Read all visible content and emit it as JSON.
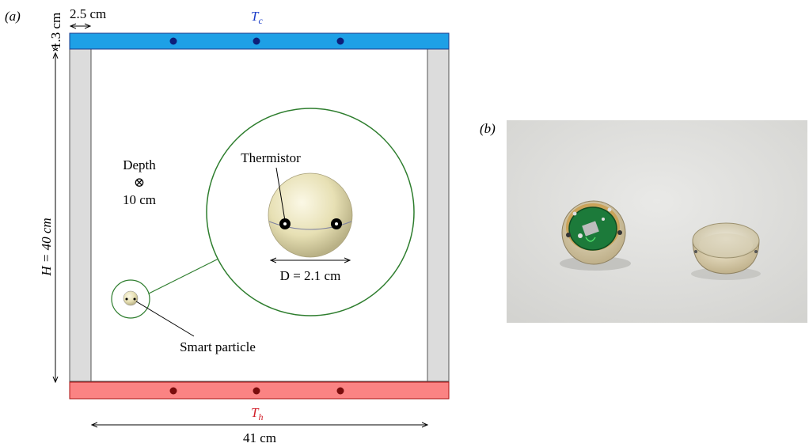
{
  "panel_a": {
    "label": "(a)",
    "cold_plate_label": "T",
    "cold_plate_sub": "c",
    "hot_plate_label": "T",
    "hot_plate_sub": "h",
    "wall_thickness": "2.5 cm",
    "plate_thickness": "1.3 cm",
    "height_label": "H = 40 cm",
    "width_label": "41 cm",
    "depth_label": "Depth",
    "depth_value": "10 cm",
    "depth_symbol": "⊗",
    "thermistor_label": "Thermistor",
    "diameter_label": "D = 2.1  cm",
    "particle_label": "Smart particle",
    "colors": {
      "cold_plate": "#1ea0e6",
      "hot_plate": "#fb8383",
      "walls": "#dcdcdc",
      "zoom_circle": "#2d7d2d",
      "sensor_dot_cold": "#0d1f7a",
      "sensor_dot_hot": "#7a0d0d"
    }
  },
  "panel_b": {
    "label": "(b)"
  }
}
